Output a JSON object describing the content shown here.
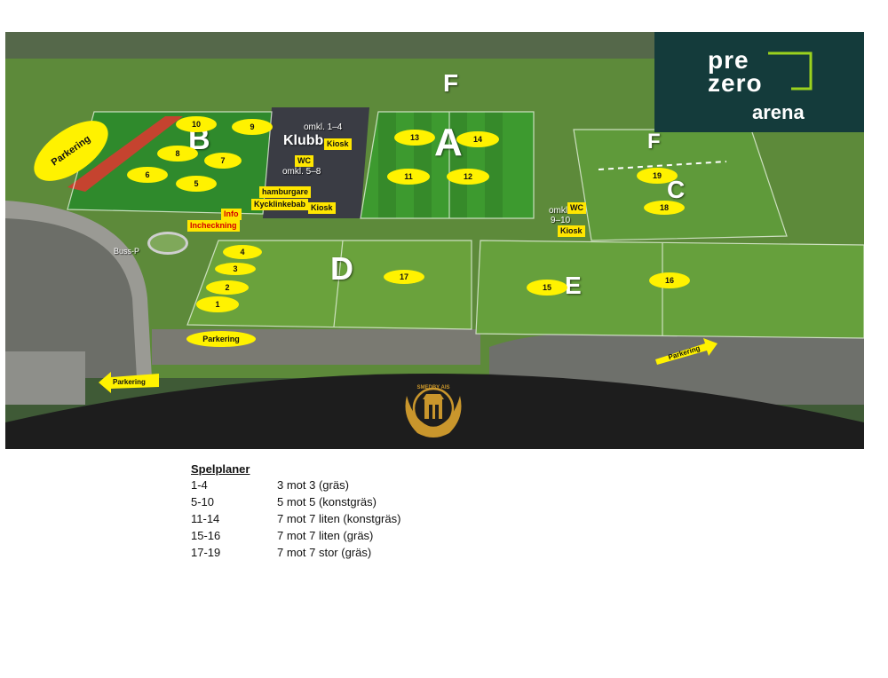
{
  "logo": {
    "line1": "pre",
    "line2": "zero",
    "line3": "arena"
  },
  "emblem": {
    "text": "SMEDBY AIS"
  },
  "field_letters": [
    "A",
    "B",
    "C",
    "D",
    "E",
    "F",
    "F"
  ],
  "pitch_numbers": [
    "1",
    "2",
    "3",
    "4",
    "5",
    "6",
    "7",
    "8",
    "9",
    "10",
    "11",
    "12",
    "13",
    "14",
    "15",
    "16",
    "17",
    "18",
    "19"
  ],
  "labels": {
    "parkering": "Parkering",
    "klubb": "Klubb",
    "kiosk": "Kiosk",
    "wc": "WC",
    "hamburgare": "hamburgare",
    "kycklinkebab": "Kycklinkebab",
    "info": "Info",
    "incheckning": "Incheckning",
    "buss": "Buss-P",
    "omkl_1_4": "omkl. 1–4",
    "omkl_5_8": "omkl. 5–8",
    "omkl": "omkl",
    "omkl_9_10": "9–10"
  },
  "legend": {
    "title": "Spelplaner",
    "rows": [
      {
        "range": "1-4",
        "desc": "3 mot 3 (gräs)"
      },
      {
        "range": "5-10",
        "desc": "5 mot 5 (konstgräs)"
      },
      {
        "range": "11-14",
        "desc": "7 mot 7 liten (konstgräs)"
      },
      {
        "range": "15-16",
        "desc": "7 mot 7 liten (gräs)"
      },
      {
        "range": "17-19",
        "desc": "7 mot 7 stor (gräs)"
      }
    ]
  },
  "colors": {
    "marker": "#fff200",
    "logo_bg": "#143b3b",
    "logo_accent": "#9bd21e",
    "emblem_gold": "#c9962c"
  }
}
